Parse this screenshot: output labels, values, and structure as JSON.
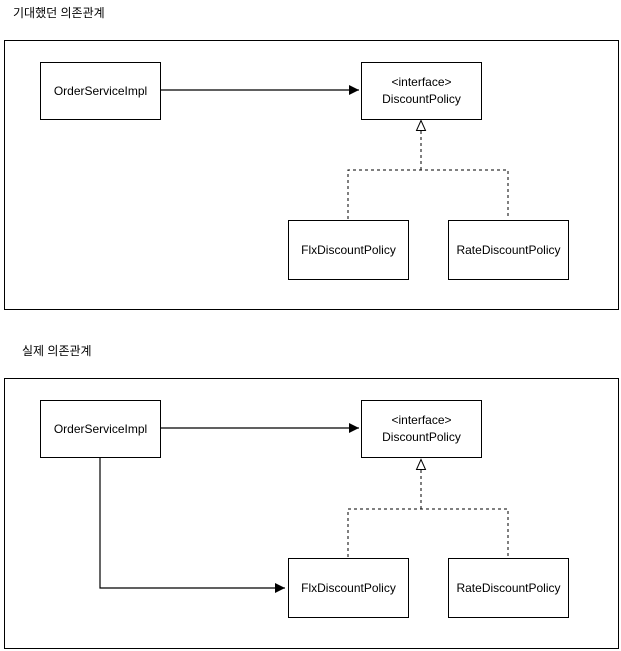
{
  "colors": {
    "stroke": "#000000",
    "background": "#ffffff",
    "text": "#000000"
  },
  "diagrams": [
    {
      "title": "기대했던 의존관계",
      "nodes": {
        "order_service": "OrderServiceImpl",
        "interface_stereotype": "<interface>",
        "interface_name": "DiscountPolicy",
        "fix_policy": "FlxDiscountPolicy",
        "rate_policy": "RateDiscountPolicy"
      },
      "relations": [
        "OrderServiceImpl → DiscountPolicy (solid dependency arrow)",
        "FlxDiscountPolicy ⇢ DiscountPolicy (dashed realization, hollow triangle)",
        "RateDiscountPolicy ⇢ DiscountPolicy (dashed realization, hollow triangle)"
      ]
    },
    {
      "title": "실제 의존관계",
      "nodes": {
        "order_service": "OrderServiceImpl",
        "interface_stereotype": "<interface>",
        "interface_name": "DiscountPolicy",
        "fix_policy": "FlxDiscountPolicy",
        "rate_policy": "RateDiscountPolicy"
      },
      "relations": [
        "OrderServiceImpl → DiscountPolicy (solid dependency arrow)",
        "OrderServiceImpl → FlxDiscountPolicy (solid dependency arrow)",
        "FlxDiscountPolicy ⇢ DiscountPolicy (dashed realization, hollow triangle)",
        "RateDiscountPolicy ⇢ DiscountPolicy (dashed realization, hollow triangle)"
      ]
    }
  ]
}
